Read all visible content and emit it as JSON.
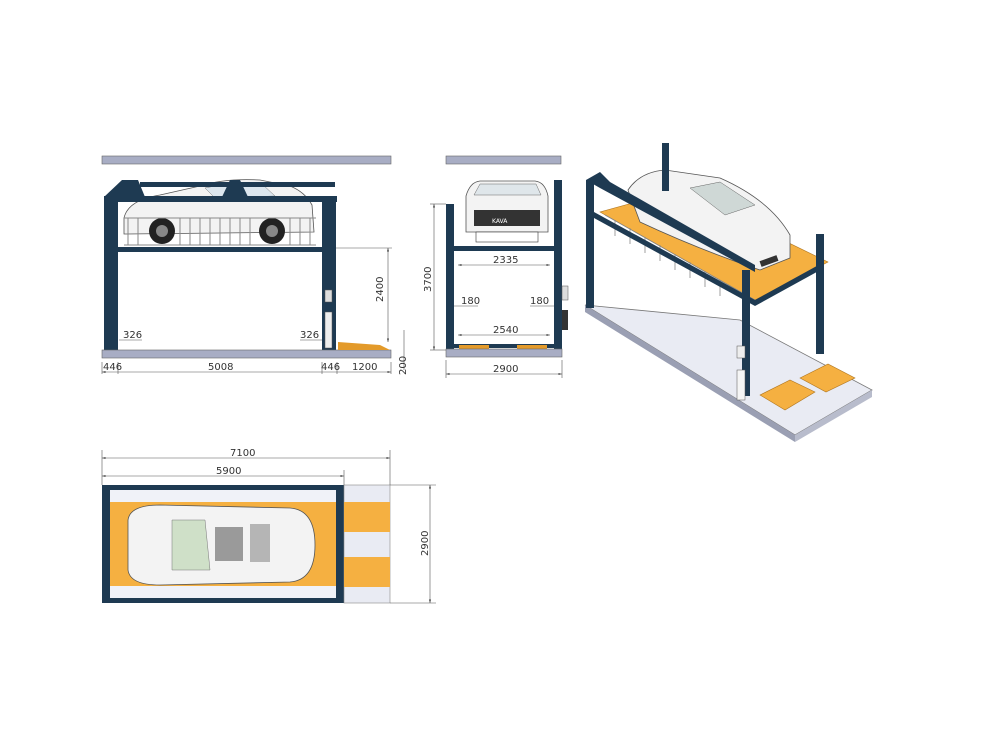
{
  "colors": {
    "frame": "#1e3a52",
    "deck": "#f5b041",
    "deck_dark": "#e39a2a",
    "slab": "#a8adc4",
    "slab_light": "#e9ebf3",
    "dim_line": "#555555",
    "car_body": "#f3f3f3",
    "glass": "#cfe0c8"
  },
  "side_view": {
    "dims": {
      "pillar_gap_left": "326",
      "pillar_gap_right": "326",
      "base_left": "446",
      "span": "5008",
      "base_right": "446",
      "ramp": "1200",
      "lower_clearance": "2400",
      "slab_height": "200"
    }
  },
  "front_view": {
    "dims": {
      "total_height": "3700",
      "deck_width": "2335",
      "gap_left": "180",
      "gap_right": "180",
      "inner_width": "2540",
      "total_width": "2900"
    },
    "plate_text": "KAVA"
  },
  "top_view": {
    "dims": {
      "overall_length": "7100",
      "frame_length": "5900",
      "width": "2900"
    }
  },
  "iso_view": {
    "label": "isometric-3d-view"
  }
}
